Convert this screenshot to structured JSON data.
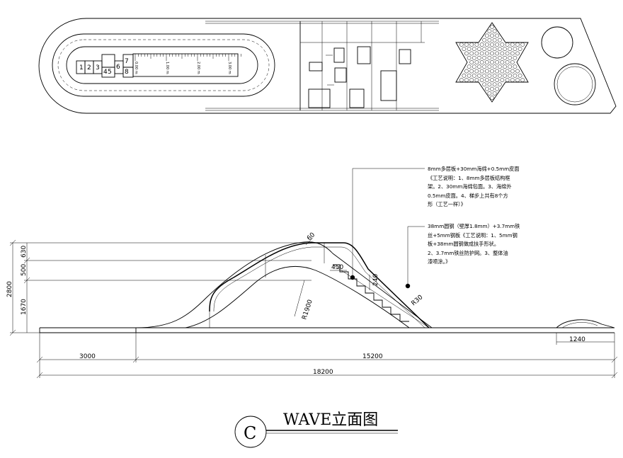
{
  "plan": {
    "board_numbers": [
      "1",
      "2",
      "3",
      "4",
      "5",
      "6",
      "7",
      "8"
    ],
    "ruler_labels": [
      "0.00 m",
      "1.00 m",
      "2.00 m",
      "3.00 m"
    ]
  },
  "elevation": {
    "dims": {
      "h_2800": "2800",
      "h_630": "630",
      "h_500": "500",
      "h_1670": "1670",
      "w_3000": "3000",
      "w_15200": "15200",
      "w_18200": "18200",
      "w_1240": "1240",
      "r_1900": "R1900",
      "t_60": "60",
      "step_450": "450",
      "step_240": "240",
      "r_30": "R30"
    },
    "notes": [
      "8mm多层板+30mm海绵+0.5mm皮面\n《工艺说明：1、8mm多层板结构框\n架。2、30mm海绵包面。3、海绵外\n0.5mm皮面。4、梯步上共有8个方\n形（工艺一样）》",
      "38mm圆钢（壁厚1.8mm）+3.7mm铁\n丝+5mm钢板《工艺说明：1、5mm钢\n板+38mm圆钢做成扶手形状。\n2、3.7mm铁丝防护网。3、整体油\n漆喷涂。》"
    ]
  },
  "title_block": {
    "mark": "C",
    "title": "WAVE立面图"
  }
}
